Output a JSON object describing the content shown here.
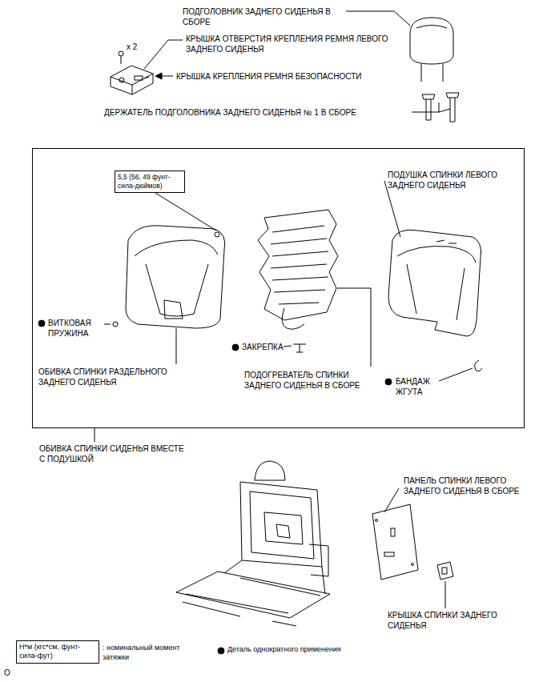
{
  "diagram": {
    "nodes": [
      {
        "text": [
          "ОБИВКА СПИНКИ СИДЕНЬЯ ВМЕСТЕ С ПОДУШКОЙ"
        ]
      },
      {
        "text": [
          "5,5 (56, 49 фунт-сила-дюймов)"
        ],
        "in": 0
      },
      {
        "text": [
          "Н*м (кгс*см, фунт-сила-фут)"
        ]
      }
    ],
    "labels": [
      "ПОДГОЛОВНИК ЗАДНЕГО СИДЕНЬЯ В СБОРЕ",
      "x 2",
      "КРЫШКА ОТВЕРСТИЯ КРЕПЛЕНИЯ РЕМНЯ ЛЕВОГО ЗАДНЕГО СИДЕНЬЯ",
      "КРЫШКА КРЕПЛЕНИЯ РЕМНЯ БЕЗОПАСНОСТИ",
      "ДЕРЖАТЕЛЬ ПОДГОЛОВНИКА ЗАДНЕГО СИДЕНЬЯ № 1 В СБОРЕ",
      "ПОДУШКА СПИНКИ ЛЕВОГО ЗАДНЕГО СИДЕНЬЯ",
      "ВИТКОВАЯ ПРУЖИНА",
      "ОБИВКА СПИНКИ РАЗДЕЛЬНОГО ЗАДНЕГО СИДЕНЬЯ",
      "ЗАКРЕПКА",
      "ПОДОГРЕВАТЕЛЬ СПИНКИ ЗАДНЕГО СИДЕНЬЯ В СБОРЕ",
      "БАНДАЖ ЖГУТА",
      "ПАНЕЛЬ СПИНКИ ЛЕВОГО ЗАДНЕГО СИДЕНЬЯ В СБОРЕ",
      "КРЫШКА СПИНКИ ЗАДНЕГО СИДЕНЬЯ",
      "O"
    ],
    "legend": [
      {
        "text": ": номинальный момент затяжки"
      },
      {
        "text": "Деталь однократного применения"
      }
    ]
  }
}
